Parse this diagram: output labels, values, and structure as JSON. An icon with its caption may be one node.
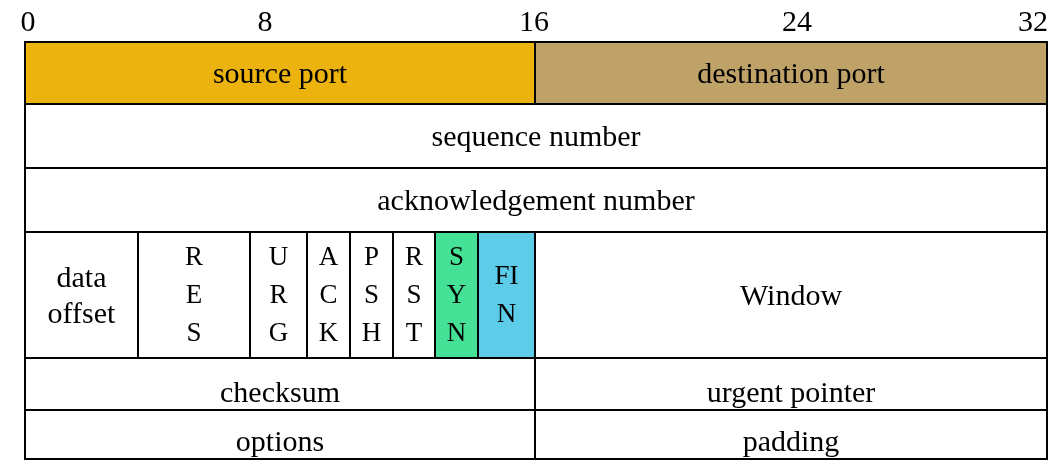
{
  "diagram": {
    "nodes": [
      {
        "text": [
          "source port"
        ]
      },
      {
        "text": [
          "destination port"
        ]
      },
      {
        "text": [
          "sequence number"
        ]
      },
      {
        "text": [
          "acknowledgement number"
        ]
      },
      {
        "text": [
          "data offset"
        ]
      },
      {
        "text": [
          "RES"
        ]
      },
      {
        "text": [
          "URG"
        ]
      },
      {
        "text": [
          "ACK"
        ]
      },
      {
        "text": [
          "PSH"
        ]
      },
      {
        "text": [
          "RST"
        ]
      },
      {
        "text": [
          "SYN"
        ]
      },
      {
        "text": [
          "FIN"
        ]
      },
      {
        "text": [
          "Window"
        ]
      },
      {
        "text": [
          "checksum"
        ]
      },
      {
        "text": [
          "urgent pointer"
        ]
      },
      {
        "text": [
          "options"
        ]
      },
      {
        "text": [
          "padding"
        ]
      }
    ],
    "labels": [
      "0",
      "8",
      "16",
      "24",
      "32"
    ]
  }
}
